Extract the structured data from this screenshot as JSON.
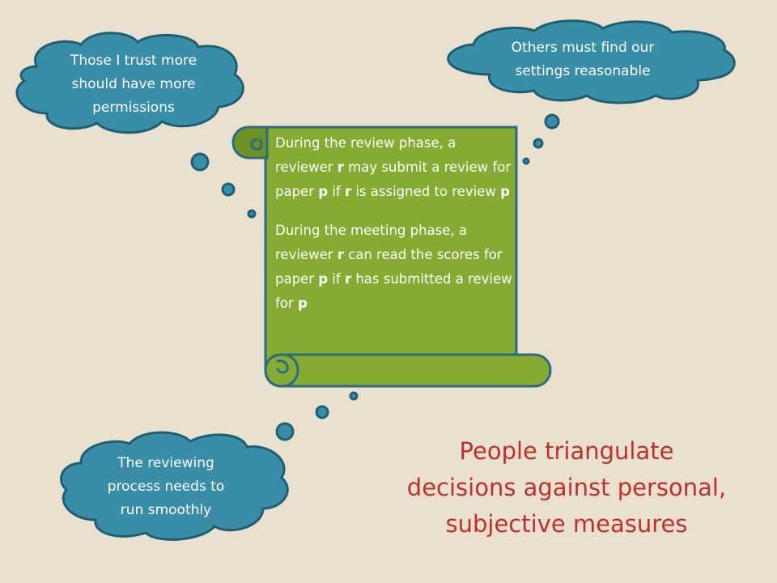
{
  "colors": {
    "background": "#e9e0cf",
    "cloud_fill": "#3a8da6",
    "cloud_stroke": "#1f5f73",
    "scroll_fill": "#85ab33",
    "scroll_dark": "#6d9126",
    "scroll_stroke": "#2f6a80",
    "caption": "#c0302a"
  },
  "clouds": {
    "top_left": {
      "lines": [
        "Those I trust more",
        "should have more",
        "permissions"
      ]
    },
    "top_right": {
      "lines": [
        "Others must find our",
        "settings reasonable"
      ]
    },
    "bottom_left": {
      "lines": [
        "The reviewing",
        "process needs to",
        "run smoothly"
      ]
    }
  },
  "scroll": {
    "para1": [
      {
        "t": "During the review phase, a reviewer ",
        "b": false
      },
      {
        "t": "r",
        "b": true
      },
      {
        "t": " may submit a review for paper ",
        "b": false
      },
      {
        "t": "p",
        "b": true
      },
      {
        "t": " if ",
        "b": false
      },
      {
        "t": "r",
        "b": true
      },
      {
        "t": " is assigned to review ",
        "b": false
      },
      {
        "t": "p",
        "b": true
      }
    ],
    "para2": [
      {
        "t": "During the meeting phase, a reviewer ",
        "b": false
      },
      {
        "t": "r",
        "b": true
      },
      {
        "t": " can read the scores for paper ",
        "b": false
      },
      {
        "t": "p",
        "b": true
      },
      {
        "t": " if ",
        "b": false
      },
      {
        "t": "r",
        "b": true
      },
      {
        "t": " has submitted a review for ",
        "b": false
      },
      {
        "t": "p",
        "b": true
      }
    ]
  },
  "caption": {
    "lines": [
      "People triangulate",
      "decisions against personal,",
      "subjective measures"
    ]
  }
}
